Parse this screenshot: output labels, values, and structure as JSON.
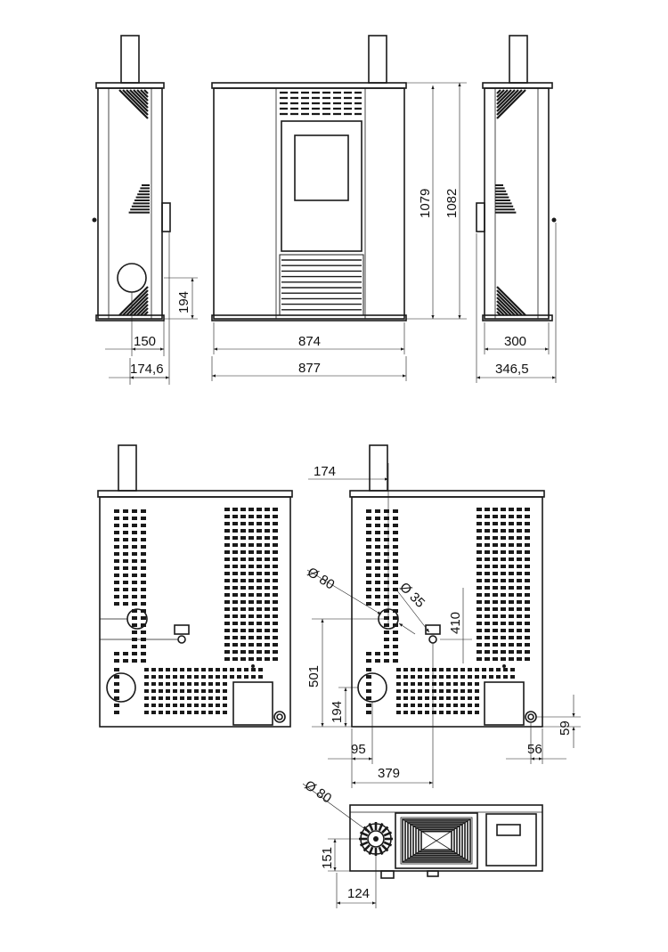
{
  "diagram": {
    "dimensions": {
      "d150": "150",
      "d174_6": "174,6",
      "d194_side": "194",
      "d874": "874",
      "d877": "877",
      "d1079": "1079",
      "d1082": "1082",
      "d300": "300",
      "d346_5": "346,5",
      "d174": "174",
      "d80_rear": "Ø 80",
      "d35": "Ø 35",
      "d410": "410",
      "d501": "501",
      "d194_rear": "194",
      "d95": "95",
      "d379": "379",
      "d59": "59",
      "d56": "56",
      "d80_top": "Ø 80",
      "d151": "151",
      "d124": "124"
    },
    "colors": {
      "line": "#1a1a1a",
      "background": "#ffffff"
    }
  }
}
